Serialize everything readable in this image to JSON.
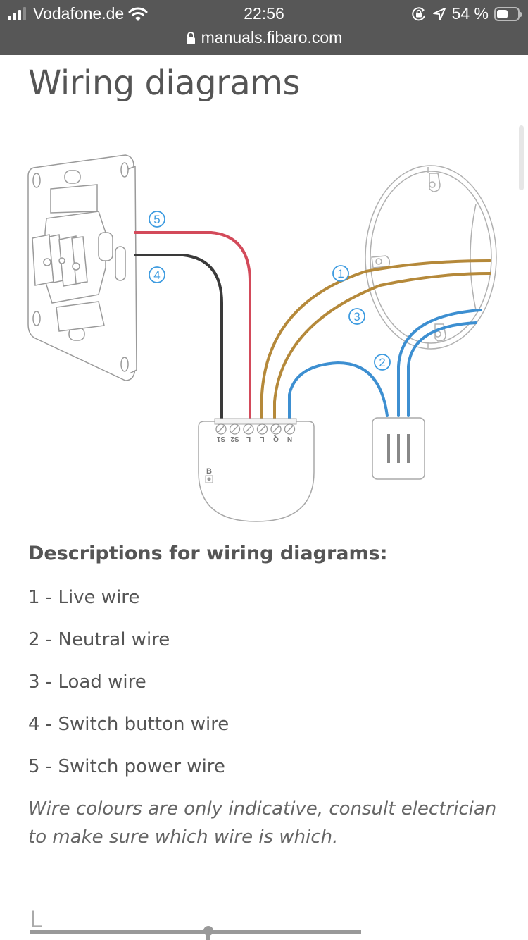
{
  "status_bar": {
    "carrier": "Vodafone.de",
    "time": "22:56",
    "battery_percent_label": "54 %",
    "battery_level": 0.54,
    "url": "manuals.fibaro.com",
    "icons": [
      "signal-icon",
      "wifi-icon",
      "orientation-lock-icon",
      "location-icon",
      "battery-icon",
      "lock-icon"
    ]
  },
  "page": {
    "title": "Wiring diagrams"
  },
  "diagram": {
    "wire_colors": {
      "live": "#b5893a",
      "neutral": "#3d8fd1",
      "load": "#b5893a",
      "switch_button": "#3a3a3a",
      "switch_power": "#d34a5a"
    },
    "callout_color": "#3d9be0",
    "callouts": [
      "1",
      "2",
      "3",
      "4",
      "5"
    ],
    "terminals": [
      "S1",
      "S2",
      "L",
      "L",
      "Q",
      "N"
    ],
    "button_label": "B"
  },
  "descriptions": {
    "heading": "Descriptions for wiring diagrams:",
    "items": [
      "1 - Live wire",
      "2 - Neutral wire",
      "3 - Load wire",
      "4 - Switch button wire",
      "5 - Switch power wire"
    ],
    "note": "Wire colours are only indicative, consult electrician to make sure which wire is which."
  },
  "next_diagram": {
    "label": "L"
  }
}
